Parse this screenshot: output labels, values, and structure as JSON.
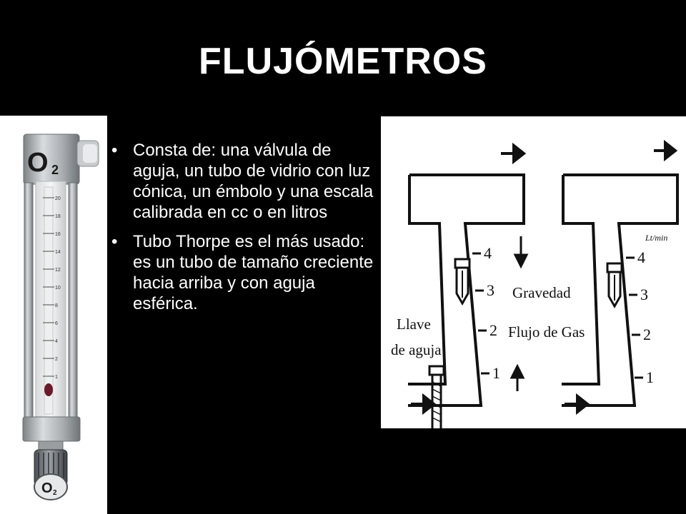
{
  "slide": {
    "title": "FLUJÓMETROS",
    "bullets": [
      "Consta de: una válvula de aguja, un tubo de vidrio con luz cónica, un émbolo y una escala calibrada en cc o en litros",
      "Tubo Thorpe es el más usado: es un tubo de tamaño creciente hacia arriba y con aguja esférica."
    ],
    "bullet_symbol": "•"
  },
  "photo": {
    "label_o": "O",
    "label_2": "2",
    "knob_label_o": "O",
    "knob_label_2": "2",
    "scale_marks": [
      "20",
      "18",
      "16",
      "14",
      "12",
      "10",
      "8",
      "6",
      "4",
      "2",
      "1"
    ]
  },
  "diagram": {
    "gauge_left_marks": [
      "4",
      "3",
      "2",
      "1"
    ],
    "gauge_right_marks": [
      "4",
      "3",
      "2",
      "1"
    ],
    "unit": "Lt/min",
    "gravity_label": "Gravedad",
    "flow_label": "Flujo de Gas",
    "valve_label_line1": "Llave",
    "valve_label_line2": "de aguja"
  },
  "colors": {
    "background": "#000000",
    "text": "#ffffff",
    "panel": "#ffffff",
    "ink": "#111111",
    "metal": "#a9adb0"
  }
}
